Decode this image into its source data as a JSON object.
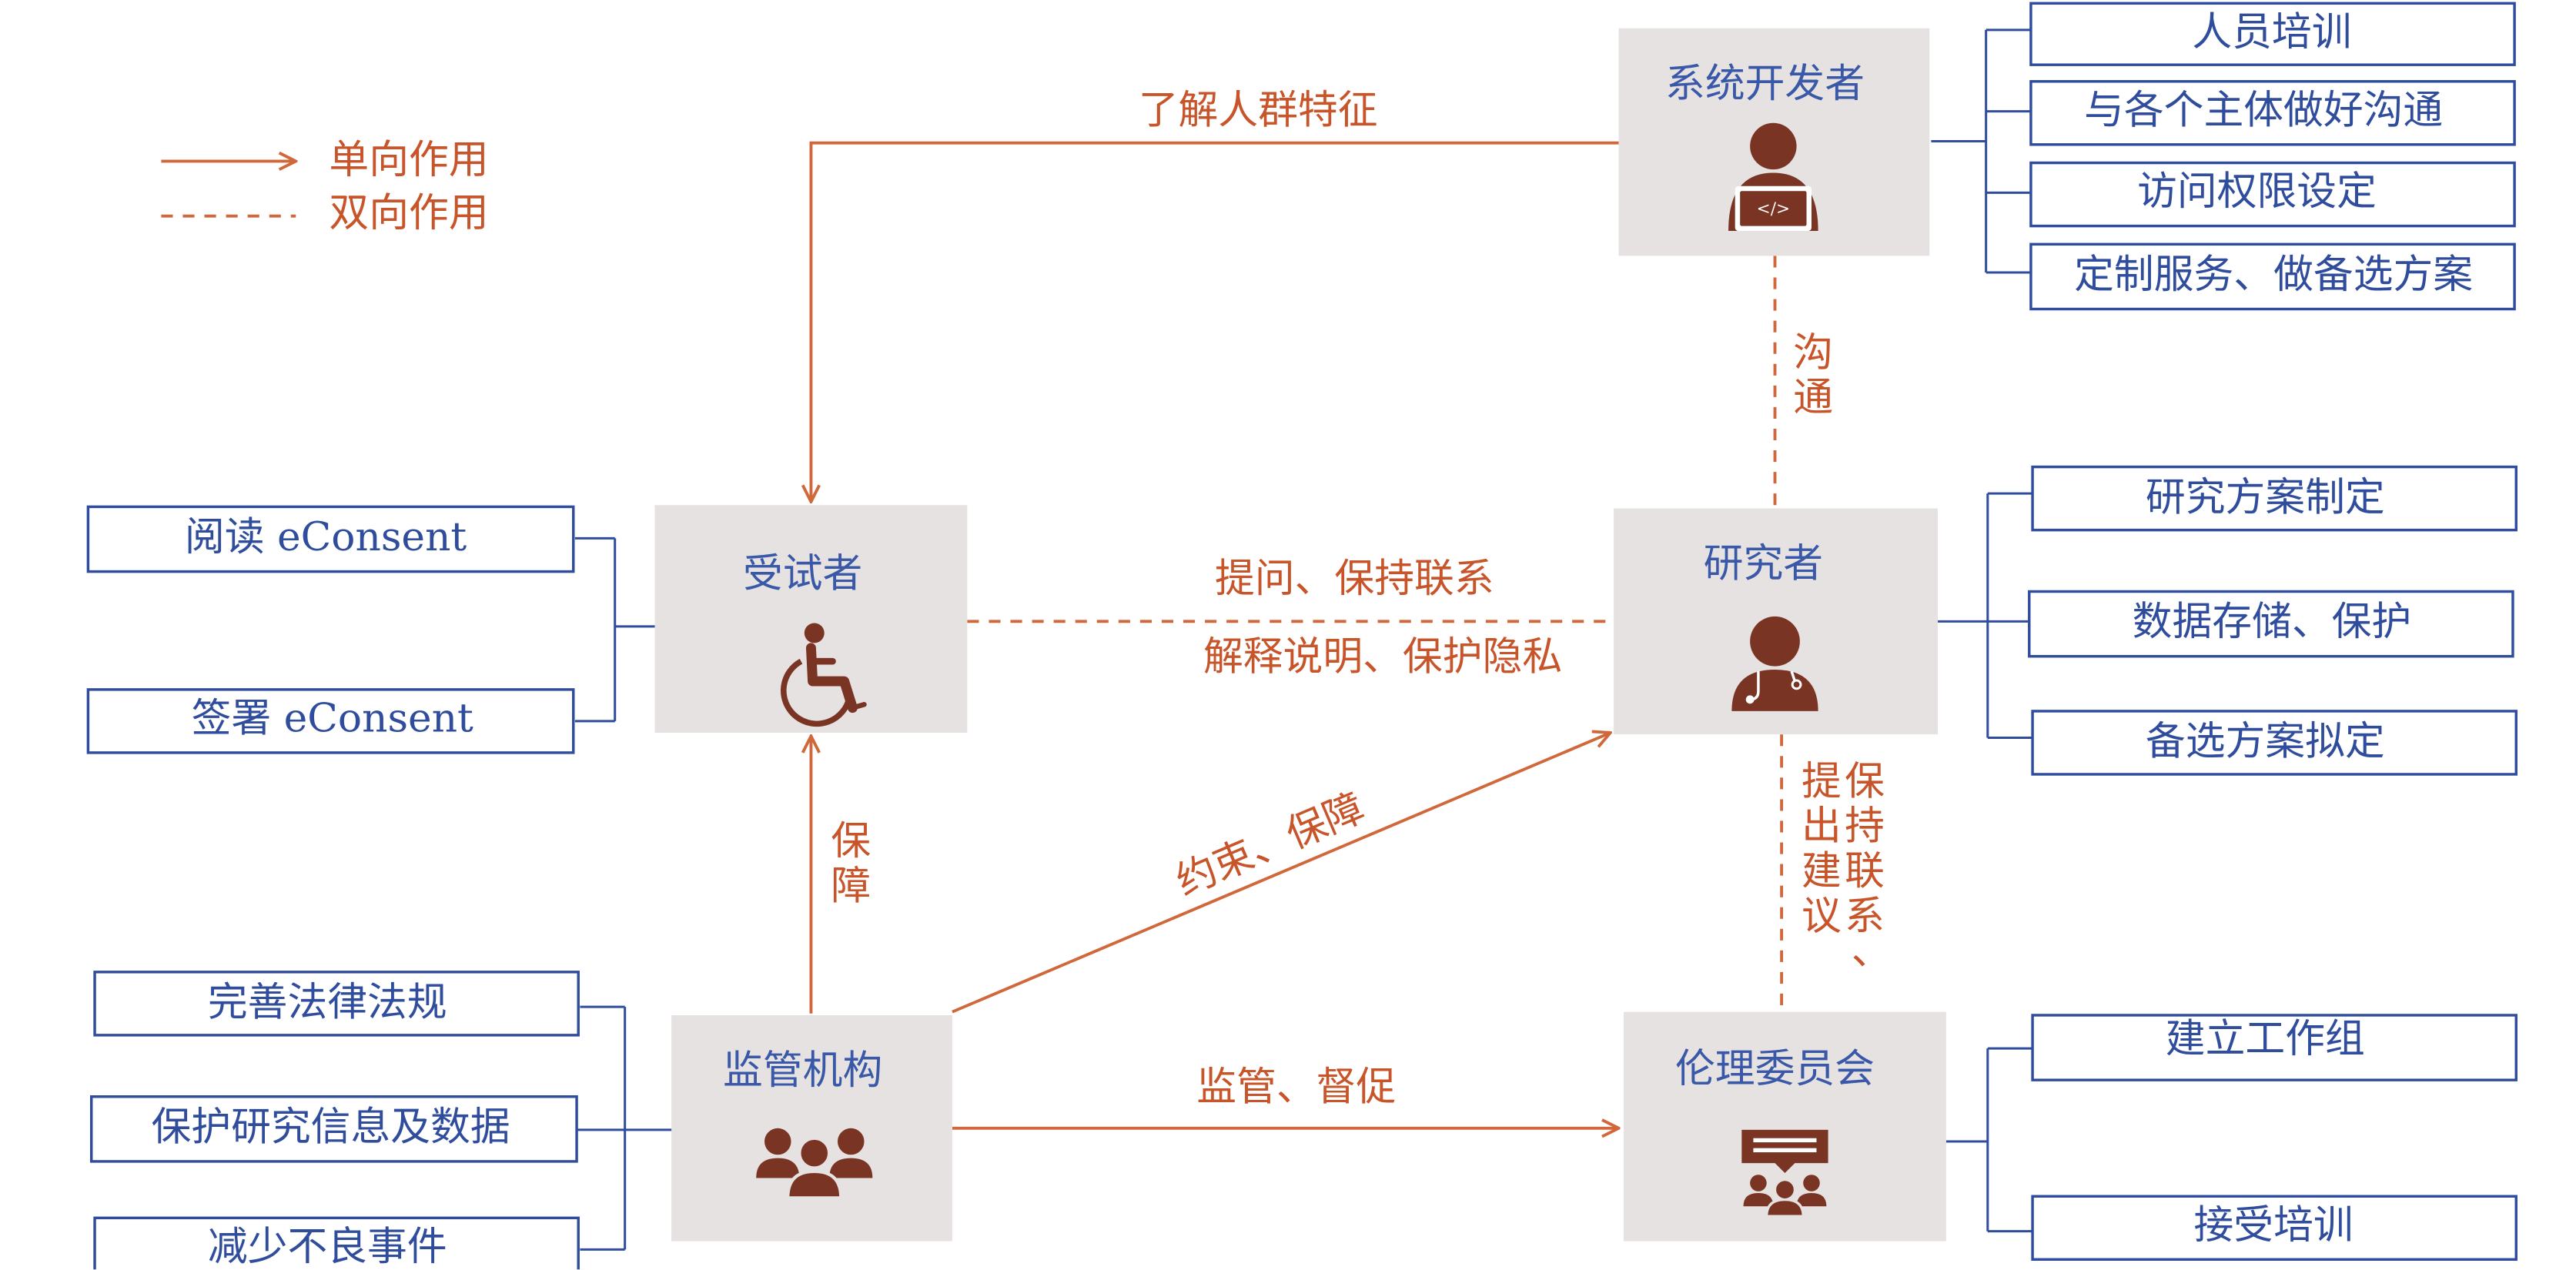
{
  "legend": {
    "one_way": "单向作用",
    "two_way": "双向作用"
  },
  "nodes": {
    "developer": "系统开发者",
    "subject": "受试者",
    "researcher": "研究者",
    "regulator": "监管机构",
    "ethics": "伦理委员会"
  },
  "relations": {
    "developer_to_subject": "了解人群特征",
    "developer_researcher": [
      "沟",
      "通"
    ],
    "subject_researcher_top": "提问、保持联系",
    "subject_researcher_bottom": "解释说明、保护隐私",
    "regulator_to_subject": [
      "保",
      "障"
    ],
    "regulator_to_researcher": "约束、保障",
    "regulator_to_ethics": "监管、督促",
    "ethics_researcher_col1": [
      "提",
      "出",
      "建",
      "议"
    ],
    "ethics_researcher_col2": [
      "保",
      "持",
      "联",
      "系",
      "、"
    ]
  },
  "developer_tasks": [
    "人员培训",
    "与各个主体做好沟通",
    "访问权限设定",
    "定制服务、做备选方案"
  ],
  "subject_tasks": [
    "阅读 eConsent",
    "签署 eConsent"
  ],
  "researcher_tasks": [
    "研究方案制定",
    "数据存储、保护",
    "备选方案拟定"
  ],
  "regulator_tasks": [
    "完善法律法规",
    "保护研究信息及数据",
    "减少不良事件"
  ],
  "ethics_tasks": [
    "建立工作组",
    "接受培训"
  ]
}
